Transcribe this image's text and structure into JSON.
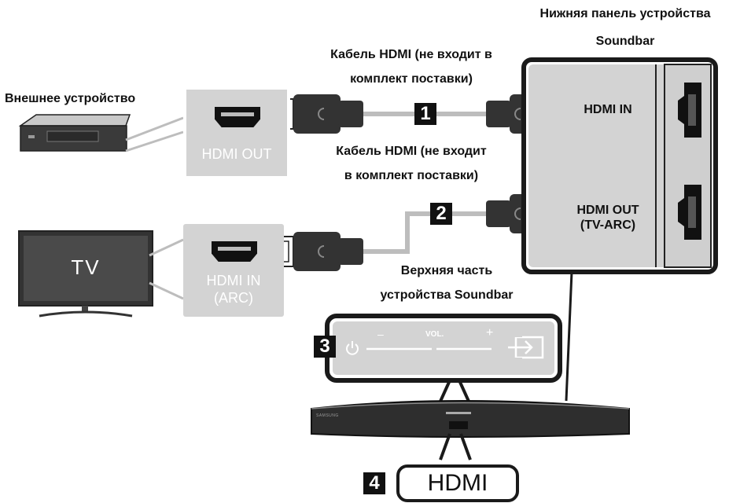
{
  "labels": {
    "soundbar_bottom_line1": "Нижняя панель устройства",
    "soundbar_bottom_line2": "Soundbar",
    "external_device": "Внешнее устройство",
    "cable1_line1": "Кабель HDMI (не входит в",
    "cable1_line2": "комплект поставки)",
    "cable2_line1": "Кабель HDMI (не входит",
    "cable2_line2": "в комплект поставки)",
    "soundbar_top_line1": "Верхняя часть",
    "soundbar_top_line2": "устройства Soundbar"
  },
  "ports": {
    "external_hdmi_out": "HDMI OUT",
    "tv_hdmi_in_line1": "HDMI IN",
    "tv_hdmi_in_line2": "(ARC)",
    "soundbar_hdmi_in": "HDMI IN",
    "soundbar_hdmi_out_line1": "HDMI OUT",
    "soundbar_hdmi_out_line2": "(TV-ARC)"
  },
  "tv": {
    "screen_text": "TV"
  },
  "steps": [
    "1",
    "2",
    "3",
    "4"
  ],
  "controls": {
    "minus": "–",
    "vol": "VOL.",
    "plus": "+"
  },
  "soundbar": {
    "brand": "SAMSUNG"
  },
  "hdmi_callout": "HDMI",
  "colors": {
    "panel_gray": "#d3d3d3",
    "frame_dark": "#1a1a1a",
    "cable_gray": "#bdbdbd",
    "plug_dark": "#333333"
  }
}
